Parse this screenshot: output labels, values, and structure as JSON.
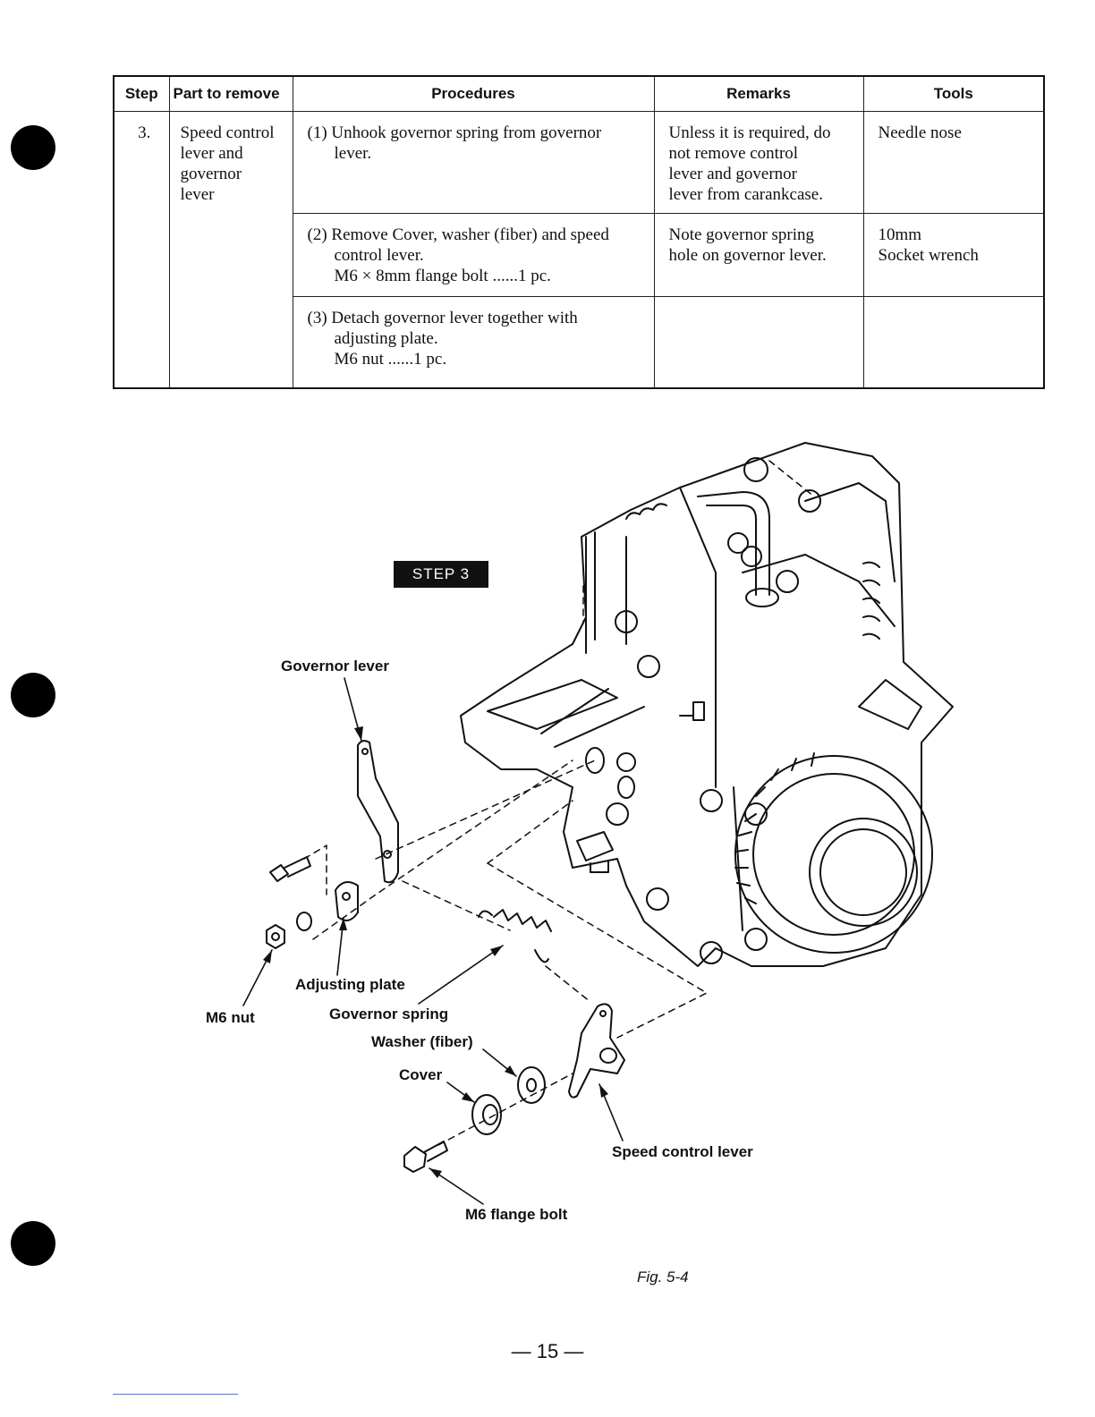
{
  "table": {
    "headers": [
      "Step",
      "Part to remove",
      "Procedures",
      "Remarks",
      "Tools"
    ],
    "step": "3.",
    "part": "Speed control\nlever and\ngovernor\nlever",
    "rows": [
      {
        "procedure": "(1) Unhook governor spring from governor\nlever.",
        "remarks": "Unless it is required, do\nnot remove control\nlever and governor\nlever from carankcase.",
        "tools": "Needle nose"
      },
      {
        "procedure": "(2) Remove Cover, washer (fiber) and speed\ncontrol lever.\nM6 × 8mm flange bolt ......1 pc.",
        "remarks": "Note governor spring\nhole on governor lever.",
        "tools": "10mm\nSocket wrench"
      },
      {
        "procedure": "(3) Detach governor lever together with\nadjusting plate.\nM6 nut ......1 pc.",
        "remarks": "",
        "tools": ""
      }
    ]
  },
  "diagram": {
    "badge": "STEP 3",
    "labels": {
      "governor_lever": "Governor lever",
      "adjusting_plate": "Adjusting plate",
      "m6_nut": "M6 nut",
      "governor_spring": "Governor spring",
      "washer_fiber": "Washer (fiber)",
      "cover": "Cover",
      "speed_control_lever": "Speed control lever",
      "m6_flange_bolt": "M6 flange bolt"
    }
  },
  "figure_caption": "Fig. 5-4",
  "page_number": "— 15 —"
}
